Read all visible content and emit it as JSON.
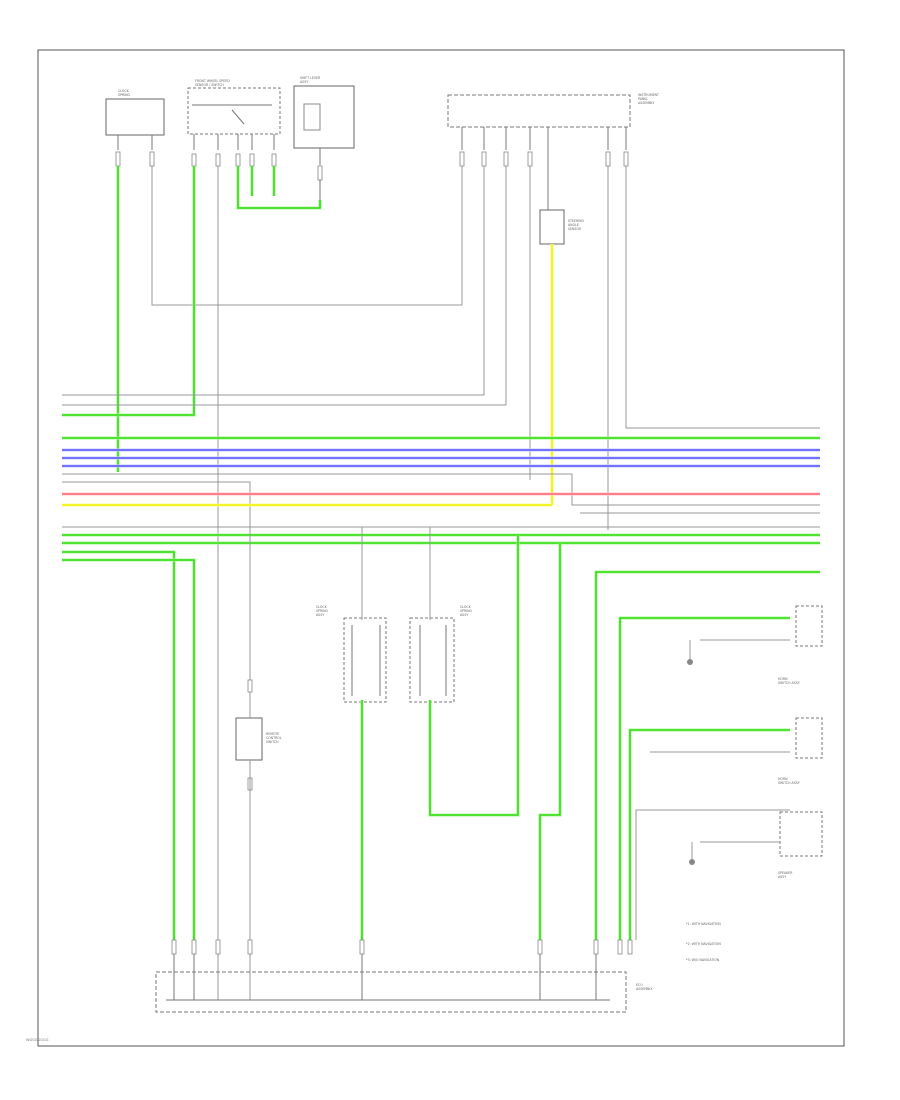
{
  "footer": {
    "code": "WGGGGGGG"
  },
  "components": {
    "left_top": [
      "CLOCK",
      "SPRING"
    ],
    "second_top": [
      "FRONT WHEEL SPEED",
      "SENSOR / SWITCH"
    ],
    "third_top": [
      "SHIFT LEVER",
      "ASSY"
    ],
    "right_top": [
      "INSTRUMENT",
      "PANEL",
      "ASSEMBLY"
    ],
    "center_module": [
      "STEERING",
      "ANGLE",
      "SENSOR"
    ],
    "middle_left": [
      "CLOCK",
      "SPRING",
      "ASSY"
    ],
    "middle_right": [
      "CLOCK",
      "SPRING",
      "ASSY"
    ],
    "lower_left": [
      "REMOTE",
      "CONTROL",
      "SWITCH"
    ],
    "right_a": [
      "HORN",
      "SWITCH ASSY"
    ],
    "right_b": [
      "HORN",
      "SWITCH ASSY"
    ],
    "right_c": [
      "SPEAKER",
      "ASSY"
    ],
    "bottom_right": [
      "ECU",
      "ASSEMBLY"
    ]
  },
  "notes": [
    "*1: WITH NAVIGATION",
    "*2: WITH NAVIGATION",
    "*3: W/O NAVIGATION"
  ]
}
